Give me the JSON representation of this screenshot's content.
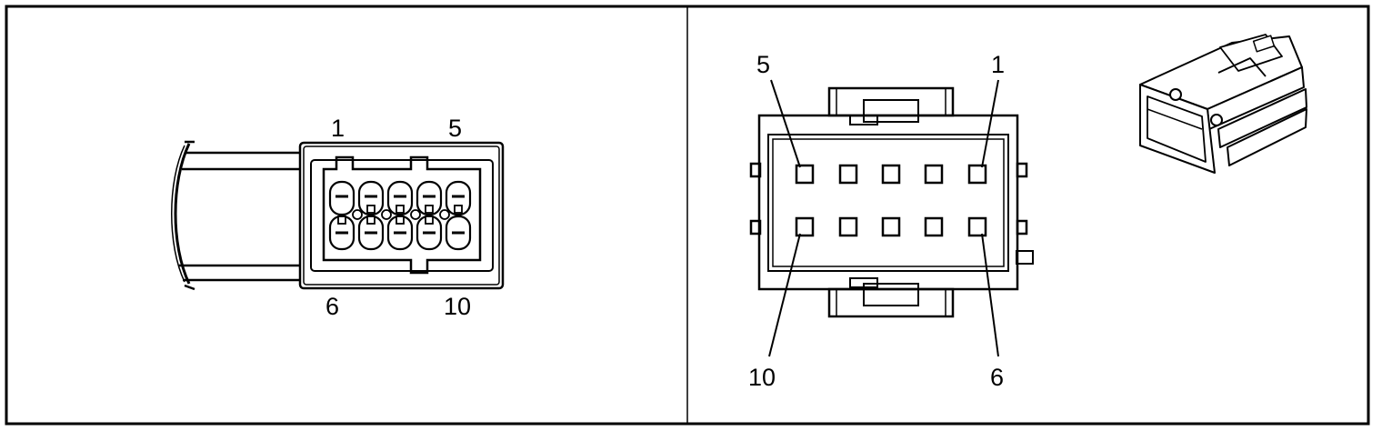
{
  "left_view": {
    "pin_labels": {
      "top_left": "1",
      "top_right": "5",
      "bottom_left": "6",
      "bottom_right": "10"
    }
  },
  "right_view": {
    "pin_labels": {
      "top_left": "5",
      "top_right": "1",
      "bottom_left": "10",
      "bottom_right": "6"
    }
  },
  "icons": [
    "connector-harness-side-icon",
    "connector-face-view-icon",
    "connector-isometric-icon"
  ],
  "colors": {
    "line": "#000000",
    "background": "#ffffff"
  }
}
